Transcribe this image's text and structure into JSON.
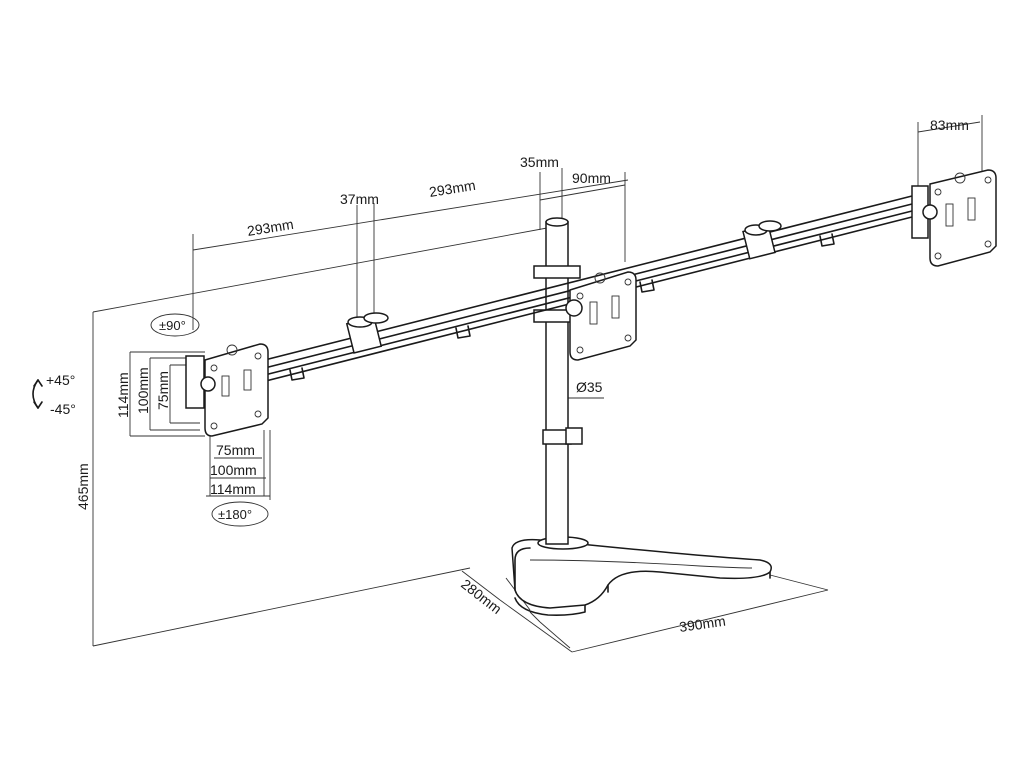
{
  "dimensions": {
    "arm_left": "293mm",
    "arm_right": "293mm",
    "joint": "37mm",
    "pole_width": "35mm",
    "center_offset": "90mm",
    "bracket_depth": "83mm",
    "pole_dia": "Ø35",
    "total_height": "465mm",
    "base_depth": "280mm",
    "base_width": "390mm",
    "vesa_114_v": "114mm",
    "vesa_100_v": "100mm",
    "vesa_75_v": "75mm",
    "vesa_75_h": "75mm",
    "vesa_100_h": "100mm",
    "vesa_114_h": "114mm"
  },
  "rotations": {
    "swivel": "±90°",
    "rotate": "±180°",
    "tilt_up": "+45°",
    "tilt_down": "-45°"
  },
  "colors": {
    "line": "#1a1a1a",
    "background": "#ffffff"
  }
}
